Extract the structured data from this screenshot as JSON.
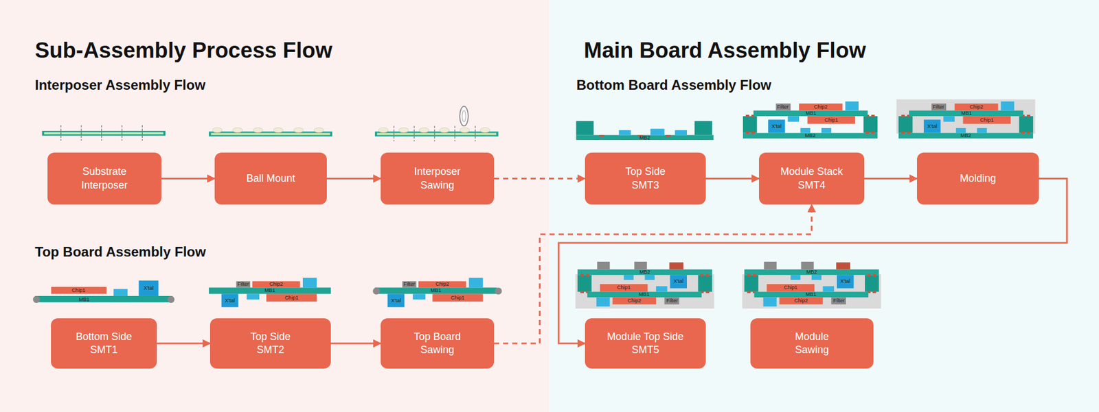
{
  "diagram": {
    "nodes": [
      {
        "text": [
          "Sub-Assembly Process Flow"
        ]
      },
      {
        "text": [
          "Substrate Interposer"
        ],
        "in": 0
      },
      {
        "text": [
          "Ball Mount"
        ],
        "in": 0
      },
      {
        "text": [
          "Interposer Sawing"
        ],
        "in": 0
      },
      {
        "text": [
          "Bottom Side SMT1"
        ],
        "in": 0
      },
      {
        "text": [
          "Top Side SMT2"
        ],
        "in": 0
      },
      {
        "text": [
          "Top Board Sawing"
        ],
        "in": 0
      },
      {
        "text": [
          "Main Board Assembly Flow"
        ]
      },
      {
        "text": [
          "Top Side SMT3"
        ],
        "in": 7
      },
      {
        "text": [
          "Module Stack SMT4"
        ],
        "in": 7
      },
      {
        "text": [
          "Molding"
        ],
        "in": 7
      },
      {
        "text": [
          "Module Top Side SMT5"
        ],
        "in": 7
      },
      {
        "text": [
          "Module Sawing"
        ],
        "in": 7
      }
    ],
    "edges": [
      {
        "from": 1,
        "to": 2,
        "arrow": "to"
      },
      {
        "from": 2,
        "to": 3,
        "arrow": "to"
      },
      {
        "from": 3,
        "to": 8,
        "arrow": "to"
      },
      {
        "from": 8,
        "to": 9,
        "arrow": "to"
      },
      {
        "from": 9,
        "to": 10,
        "arrow": "to"
      },
      {
        "from": 10,
        "to": 11,
        "arrow": "to"
      },
      {
        "from": 4,
        "to": 5,
        "arrow": "to"
      },
      {
        "from": 5,
        "to": 6,
        "arrow": "to"
      },
      {
        "from": 6,
        "to": 9,
        "arrow": "to"
      }
    ],
    "labels": [
      "Interposer Assembly Flow",
      "Bottom Board Assembly Flow",
      "MB2",
      "Filter",
      "Chip2",
      "MB1",
      "X'tal",
      "Chip1",
      "MB2",
      "Filter",
      "Chip2",
      "MB1",
      "X'tal",
      "Chip1",
      "MB2",
      "Top Board Assembly Flow",
      "Chip1",
      "X'tal",
      "MB1",
      "Filter",
      "Chip2",
      "MB1",
      "X'tal",
      "Chip1",
      "Filter",
      "Chip2",
      "MB1",
      "X'tal",
      "Chip1",
      "MB2",
      "Chip1",
      "X'tal",
      "MB1",
      "Chip2",
      "Filter",
      "MB2",
      "Chip1",
      "X'tal",
      "MB1",
      "Chip2",
      "Filter"
    ]
  }
}
